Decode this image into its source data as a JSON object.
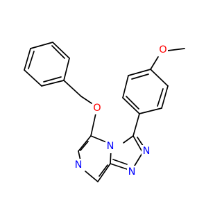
{
  "colors": {
    "bond": "#000000",
    "oxygen": "#ff0000",
    "nitrogen": "#0000ff",
    "background": "#ffffff"
  },
  "atoms": {
    "o_methoxy": "O",
    "o_ether": "O",
    "n_bridge": "N",
    "n_triazole_1": "N",
    "n_triazole_2": "N",
    "n_pyrazine": "N"
  }
}
